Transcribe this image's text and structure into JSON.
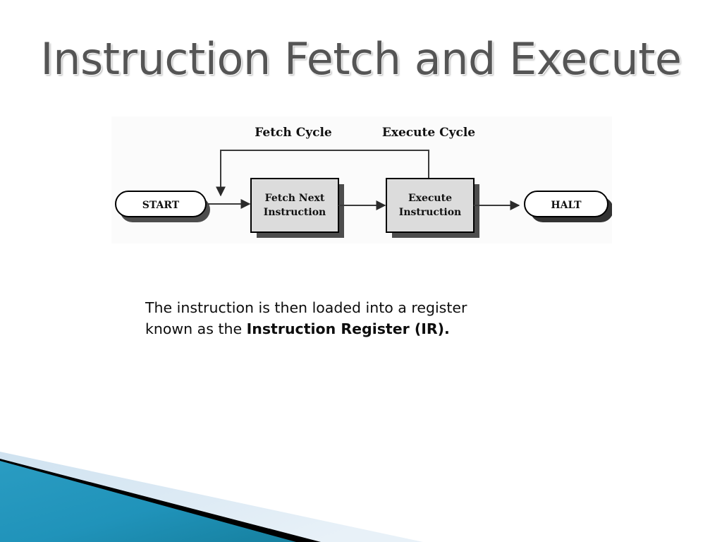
{
  "slide": {
    "title": "Instruction Fetch and Execute",
    "title_color": "#555555"
  },
  "diagram": {
    "background_color": "#fbfbfb",
    "box_fill_color": "#dcdcdc",
    "box_border_color": "#000000",
    "shadow_color": "#4d4d4d",
    "line_color": "#3b3b3b",
    "cycle_labels": [
      {
        "text": "Fetch Cycle"
      },
      {
        "text": "Execute Cycle"
      }
    ],
    "terminators": [
      {
        "text": "START"
      },
      {
        "text": "HALT"
      }
    ],
    "process_boxes": [
      {
        "line1": "Fetch Next",
        "line2": "Instruction"
      },
      {
        "line1": "Execute",
        "line2": "Instruction"
      }
    ]
  },
  "body": {
    "line1": "The instruction is then loaded into a register",
    "line2_prefix": "known as the ",
    "line2_bold": "Instruction Register (IR)."
  },
  "decoration": {
    "teal_color": "#2093ba",
    "teal_color_dark": "#17809f",
    "black_color": "#000000",
    "pale_blue_color": "#d6e6f2"
  }
}
